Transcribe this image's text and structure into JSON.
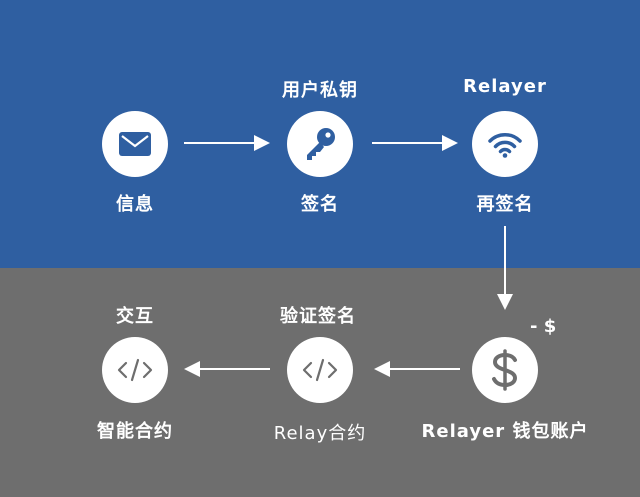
{
  "nodes": [
    {
      "top_label": "",
      "bottom_label": "信息",
      "icon": "envelope-icon"
    },
    {
      "top_label": "用户私钥",
      "bottom_label": "签名",
      "icon": "key-icon"
    },
    {
      "top_label": "Relayer",
      "bottom_label": "再签名",
      "icon": "wifi-icon"
    },
    {
      "top_label": "",
      "bottom_label": "Relayer 钱包账户",
      "icon": "dollar-icon"
    },
    {
      "top_label": "验证签名",
      "bottom_label": "Relay合约",
      "icon": "code-icon"
    },
    {
      "top_label": "交互",
      "bottom_label": "智能合约",
      "icon": "code-icon"
    }
  ],
  "cost_note": "- $",
  "colors": {
    "top_band": "#2f5fa1",
    "bottom_band": "#6e6e6e",
    "icon": "#2f5fa1",
    "icon_dark": "#6e6e6e"
  }
}
